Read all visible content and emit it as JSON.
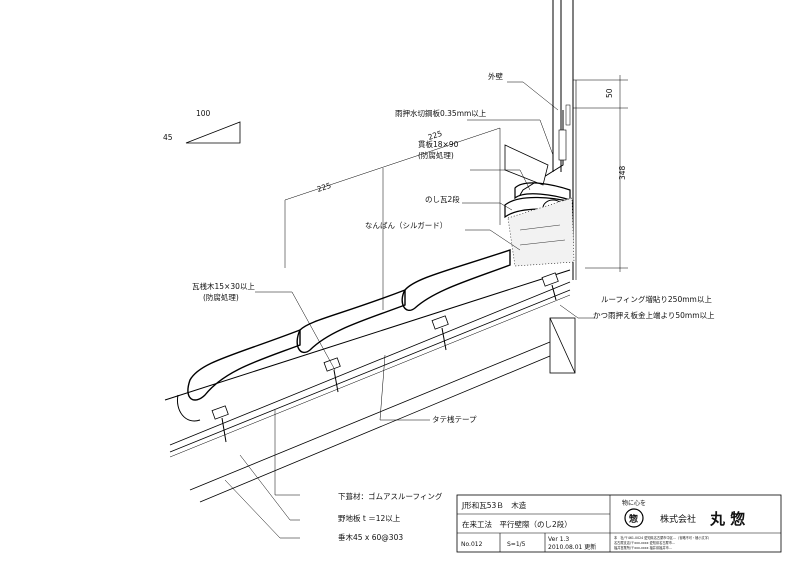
{
  "labels": {
    "slope_run": "100",
    "slope_rise": "45",
    "gaiheki": "外壁",
    "amaosae": "雨押水切鋼板0.35mm以上",
    "nukiita": "貫板18×90",
    "nukiita_sub": "(防腐処理)",
    "noshi": "のし瓦2段",
    "nanban": "なんばん（シルガード）",
    "dim_50": "50",
    "dim_348": "348",
    "dim_225_a": "225",
    "dim_225_b": "225",
    "sanzan": "瓦桟木15×30以上",
    "sanzan_sub": "(防腐処理)",
    "roofing_1": "ルーフィング増貼り250mm以上",
    "roofing_2": "かつ雨押え板金上端より50mm以上",
    "tatesan": "タテ桟テープ",
    "shitabuki": "下葺材：ゴムアスルーフィング",
    "nojiita": "野地板 t ＝12以上",
    "taruki": "垂木45 x 60@303"
  },
  "title_block": {
    "title1": "J形和瓦53Ｂ　木造",
    "title2": "在来工法　平行壁際（のし2段）",
    "no": "No.012",
    "scale": "S=1/5",
    "version": "Ver 1.3",
    "date": "2010.08.01 更新",
    "motto": "物に心を",
    "company": "株式会社",
    "company_name": "丸 惣",
    "address_lines": [
      "本　社/〒461-0024 愛知県名古屋市中区…（省略不可・極小文字）",
      "名古屋支店/〒xxx-xxxx 愛知県名古屋市…",
      "福井営業所/〒xxx-xxxx 福井県福井市…"
    ]
  }
}
